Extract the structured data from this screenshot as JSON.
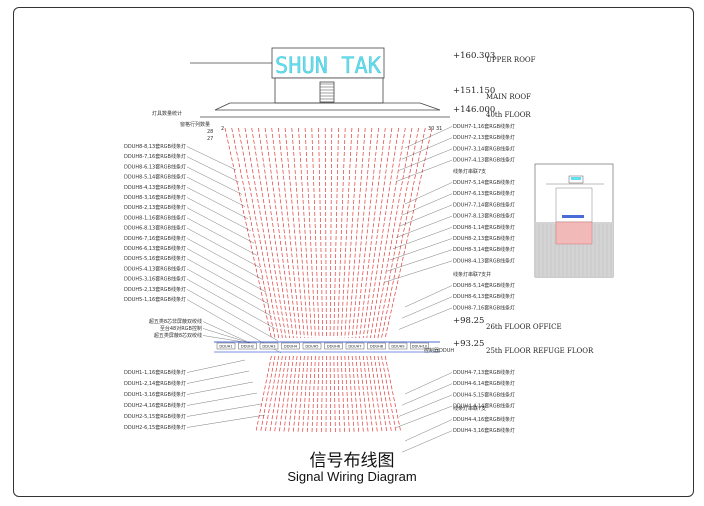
{
  "sign_text": "SHUN TAK",
  "levels": [
    {
      "elev": "+160.303",
      "name": "UPPER ROOF"
    },
    {
      "elev": "+151.150",
      "name": "MAIN ROOF"
    },
    {
      "elev": "+146.000",
      "name": "40th FLOOR"
    },
    {
      "elev": "+98.25",
      "name": "26th FLOOR  OFFICE"
    },
    {
      "elev": "+93.25",
      "name": "25th FLOOR  REFUGE FLOOR"
    }
  ],
  "top_notes": {
    "left_a": "灯具数量统计",
    "left_b": "窗格行列数量",
    "left_num": "2",
    "right_num": "30 31",
    "row_a": "28",
    "row_b": "27"
  },
  "left_labels": [
    "DDUH8-8,13套RGB线条灯",
    "DDUH8-7,16套RGB线条灯",
    "DDUH8-6,13套RGB线条灯",
    "DDUH8-5,14套RGB线条灯",
    "DDUH8-4,13套RGB线条灯",
    "DDUH8-3,16套RGB线条灯",
    "DDUH8-2,13套RGB线条灯",
    "DDUH8-1,16套RGB线条灯",
    "DDUH6-8,13套RGB线条灯",
    "DDUH6-7,16套RGB线条灯",
    "DDUH6-6,13套RGB线条灯",
    "DDUH5-5,16套RGB线条灯",
    "DDUH5-4,13套RGB线条灯",
    "DDUH5-3,16套RGB线条灯",
    "DDUH5-2,13套RGB线条灯",
    "DDUH5-1,16套RGB线条灯"
  ],
  "left_notes": [
    "超五类8芯非屏蔽双绞线",
    "至台48对RGB控制",
    "超五类屏蔽8芯双绞线"
  ],
  "left_labels_bottom": [
    "DDUH1-1,16套RGB线条灯",
    "DDUH1-2,14套RGB线条灯",
    "DDUH1-3,16套RGB线条灯",
    "DDUH2-4,16套RGB线条灯",
    "DDUH2-5,15套RGB线条灯",
    "DDUH2-6,15套RGB线条灯"
  ],
  "right_labels_a": [
    "DDUH7-1,16套RGB线条灯",
    "DDUH7-2,13套RGB线条灯",
    "DDUH7-3,14套RGB线条灯",
    "DDUH7-4,13套RGB线条灯"
  ],
  "right_head_a": "线条灯串联7支",
  "right_labels_b": [
    "DDUH7-5,14套RGB线条灯",
    "DDUH7-6,13套RGB线条灯",
    "DDUH7-7,14套RGB线条灯",
    "DDUH7-8,13套RGB线条灯",
    "DDUH8-1,14套RGB线条灯",
    "DDUH8-2,13套RGB线条灯",
    "DDUH8-3,14套RGB线条灯",
    "DDUH8-4,13套RGB线条灯"
  ],
  "right_head_b": "线条灯串联7支并",
  "right_labels_c": [
    "DDUH8-5,14套RGB线条灯",
    "DDUH8-6,13套RGB线条灯",
    "DDUH8-7,16套RGB线条灯"
  ],
  "right_labels_d": [
    "DDUH4-7,13套RGB线条灯",
    "DDUH4-6,14套RGB线条灯",
    "DDUH4-5,15套RGB线条灯",
    "DDUH4-4,14套RGB线条灯"
  ],
  "right_head_d": "线条灯串联7支",
  "right_labels_e": [
    "DDUH4-4,16套RGB线条灯",
    "DDUH4-3,16套RGB线条灯"
  ],
  "controller_labels": [
    "DDUH1",
    "DDUH2",
    "DDUH3",
    "DDUH4",
    "DDUH5",
    "DDUH6",
    "DDUH7",
    "DDUH8",
    "DDUH9",
    "DDUH10"
  ],
  "controller_note": "控制器DDUH",
  "caption_cn": "信号布线图",
  "caption_en": "Signal Wiring Diagram",
  "colors": {
    "wire": "#e23a3a",
    "sign": "#5fe0f0",
    "bus": "#4b6bd6",
    "text": "#222222"
  }
}
